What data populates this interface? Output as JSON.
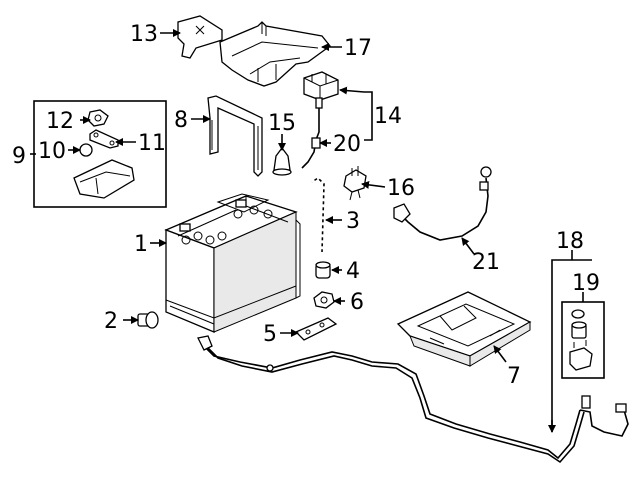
{
  "colors": {
    "ink": "#000000",
    "paper": "#ffffff",
    "shade": "#e9e9e9"
  },
  "callouts": {
    "c1": "1",
    "c2": "2",
    "c3": "3",
    "c4": "4",
    "c5": "5",
    "c6": "6",
    "c7": "7",
    "c8": "8",
    "c9": "9",
    "c10": "10",
    "c11": "11",
    "c12": "12",
    "c13": "13",
    "c14": "14",
    "c15": "15",
    "c16": "16",
    "c17": "17",
    "c18": "18",
    "c19": "19",
    "c20": "20",
    "c21": "21"
  }
}
